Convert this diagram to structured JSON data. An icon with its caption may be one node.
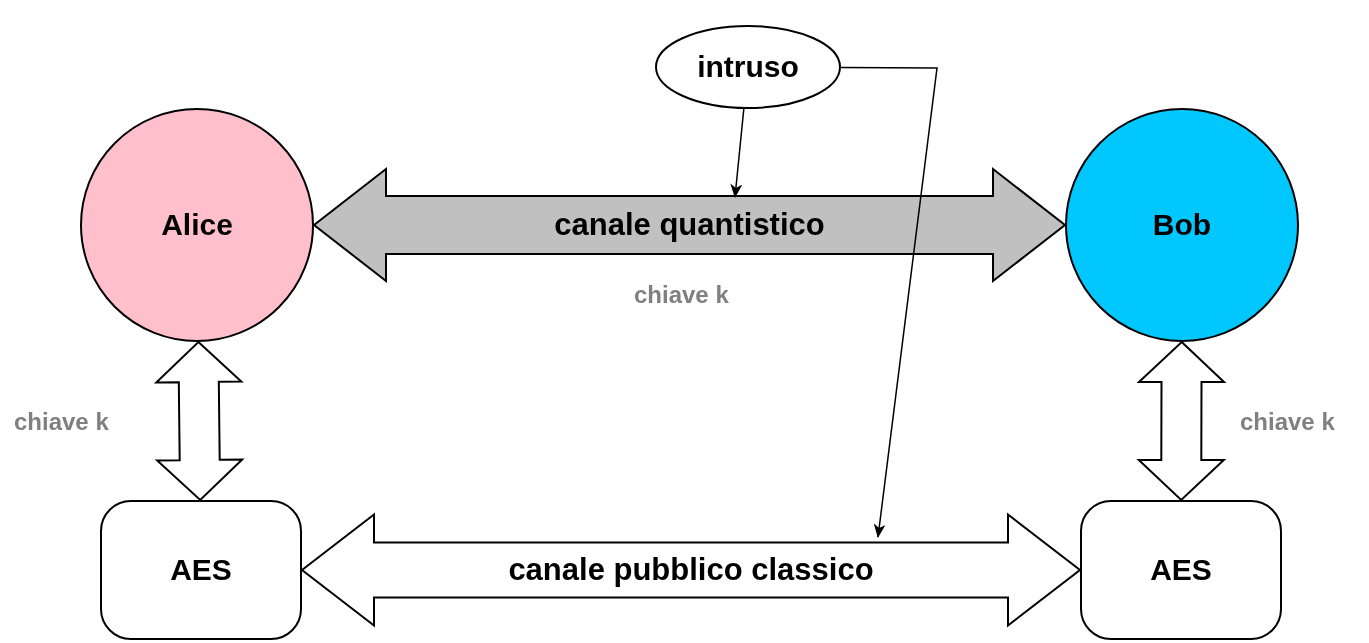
{
  "diagram": {
    "nodes": [
      {
        "text": [
          "intruso"
        ]
      },
      {
        "text": [
          "Alice"
        ]
      },
      {
        "text": [
          "Bob"
        ]
      },
      {
        "text": [
          "AES"
        ]
      },
      {
        "text": [
          "AES"
        ]
      }
    ],
    "edges": [
      {
        "from": 1,
        "to": 2,
        "arrow": "both",
        "label": "canale quantistico",
        "style": "thick",
        "color": "#c0c0c0"
      },
      {
        "from": 1,
        "to": 3,
        "arrow": "both",
        "style": "thick"
      },
      {
        "from": 2,
        "to": 4,
        "arrow": "both",
        "style": "thick"
      },
      {
        "from": 3,
        "to": 4,
        "arrow": "both",
        "label": "canale pubblico classico",
        "style": "thick"
      },
      {
        "from": 0,
        "to": null,
        "arrow": "to"
      },
      {
        "from": 0,
        "to": null,
        "arrow": "to"
      }
    ],
    "labels": [
      "chiave k",
      "chiave k",
      "chiave k"
    ]
  }
}
